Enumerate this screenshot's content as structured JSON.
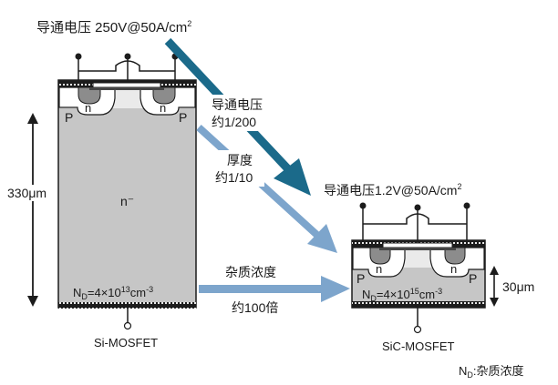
{
  "si_voltage_prefix": "导通电压 250V@50A/cm",
  "si_voltage_sup": "2",
  "arrow_voltage_line1": "导通电压",
  "arrow_voltage_line2": "约1/200",
  "arrow_thickness_line1": "厚度",
  "arrow_thickness_line2": "约1/10",
  "arrow_doping_line1": "杂质浓度",
  "arrow_doping_line2": "约100倍",
  "sic_voltage_prefix": "导通电压1.2V@50A/cm",
  "sic_voltage_sup": "2",
  "si_thickness": "330μm",
  "sic_thickness": "30μm",
  "si_region_label": "n⁻",
  "n_label": "n",
  "p_label": "P",
  "si_nd_prefix": "N",
  "si_nd_sub": "D",
  "si_nd_value": "=4×10",
  "si_nd_exp": "13",
  "si_nd_unit": "cm",
  "si_nd_unit_exp": "-3",
  "sic_nd_prefix": "N",
  "sic_nd_sub": "D",
  "sic_nd_value": "=4×10",
  "sic_nd_exp": "15",
  "sic_nd_unit": "cm",
  "sic_nd_unit_exp": "-3",
  "si_name": "Si-MOSFET",
  "sic_name": "SiC-MOSFET",
  "legend_prefix": "N",
  "legend_sub": "D",
  "legend_text": ":杂质浓度",
  "colors": {
    "arrow_dark": "#1b6a8a",
    "arrow_light": "#7da5cc",
    "body_gray": "#c6c6c6",
    "top_band": "#eaeaea",
    "edge_dark": "#1c1c1c"
  }
}
